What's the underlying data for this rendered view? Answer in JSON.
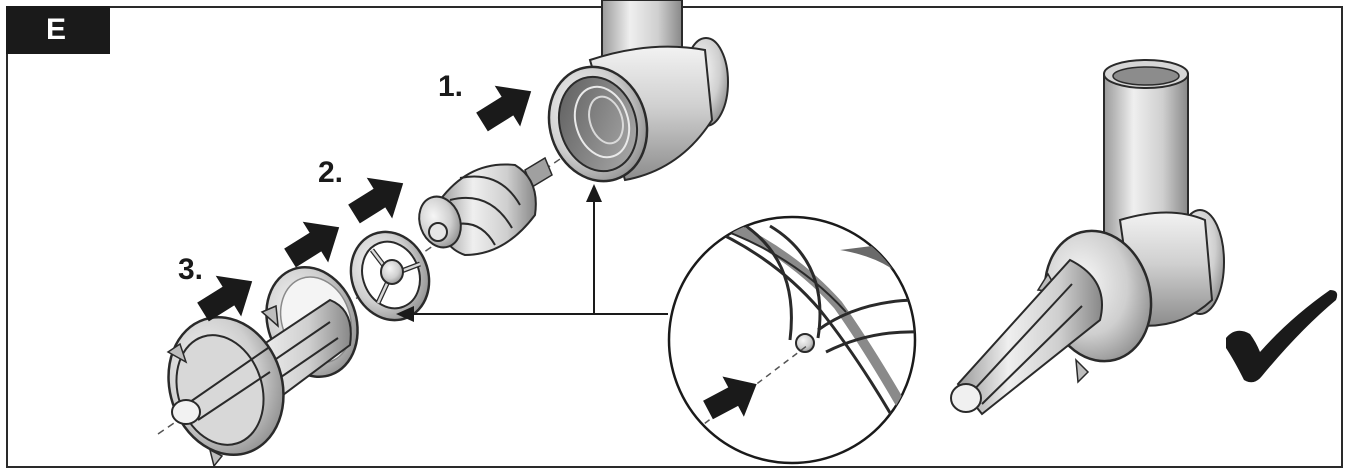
{
  "section": {
    "letter": "E"
  },
  "steps": [
    {
      "label": "1."
    },
    {
      "label": "2."
    },
    {
      "label": "3."
    }
  ],
  "icons": {
    "push_arrow": "push-arrow-icon",
    "check": "checkmark-icon"
  },
  "colors": {
    "ink": "#1a1a1a",
    "metal_light": "#ececec",
    "metal_mid": "#c4c4c4",
    "metal_dark": "#8a8a8a",
    "border": "#2a2a2a"
  }
}
